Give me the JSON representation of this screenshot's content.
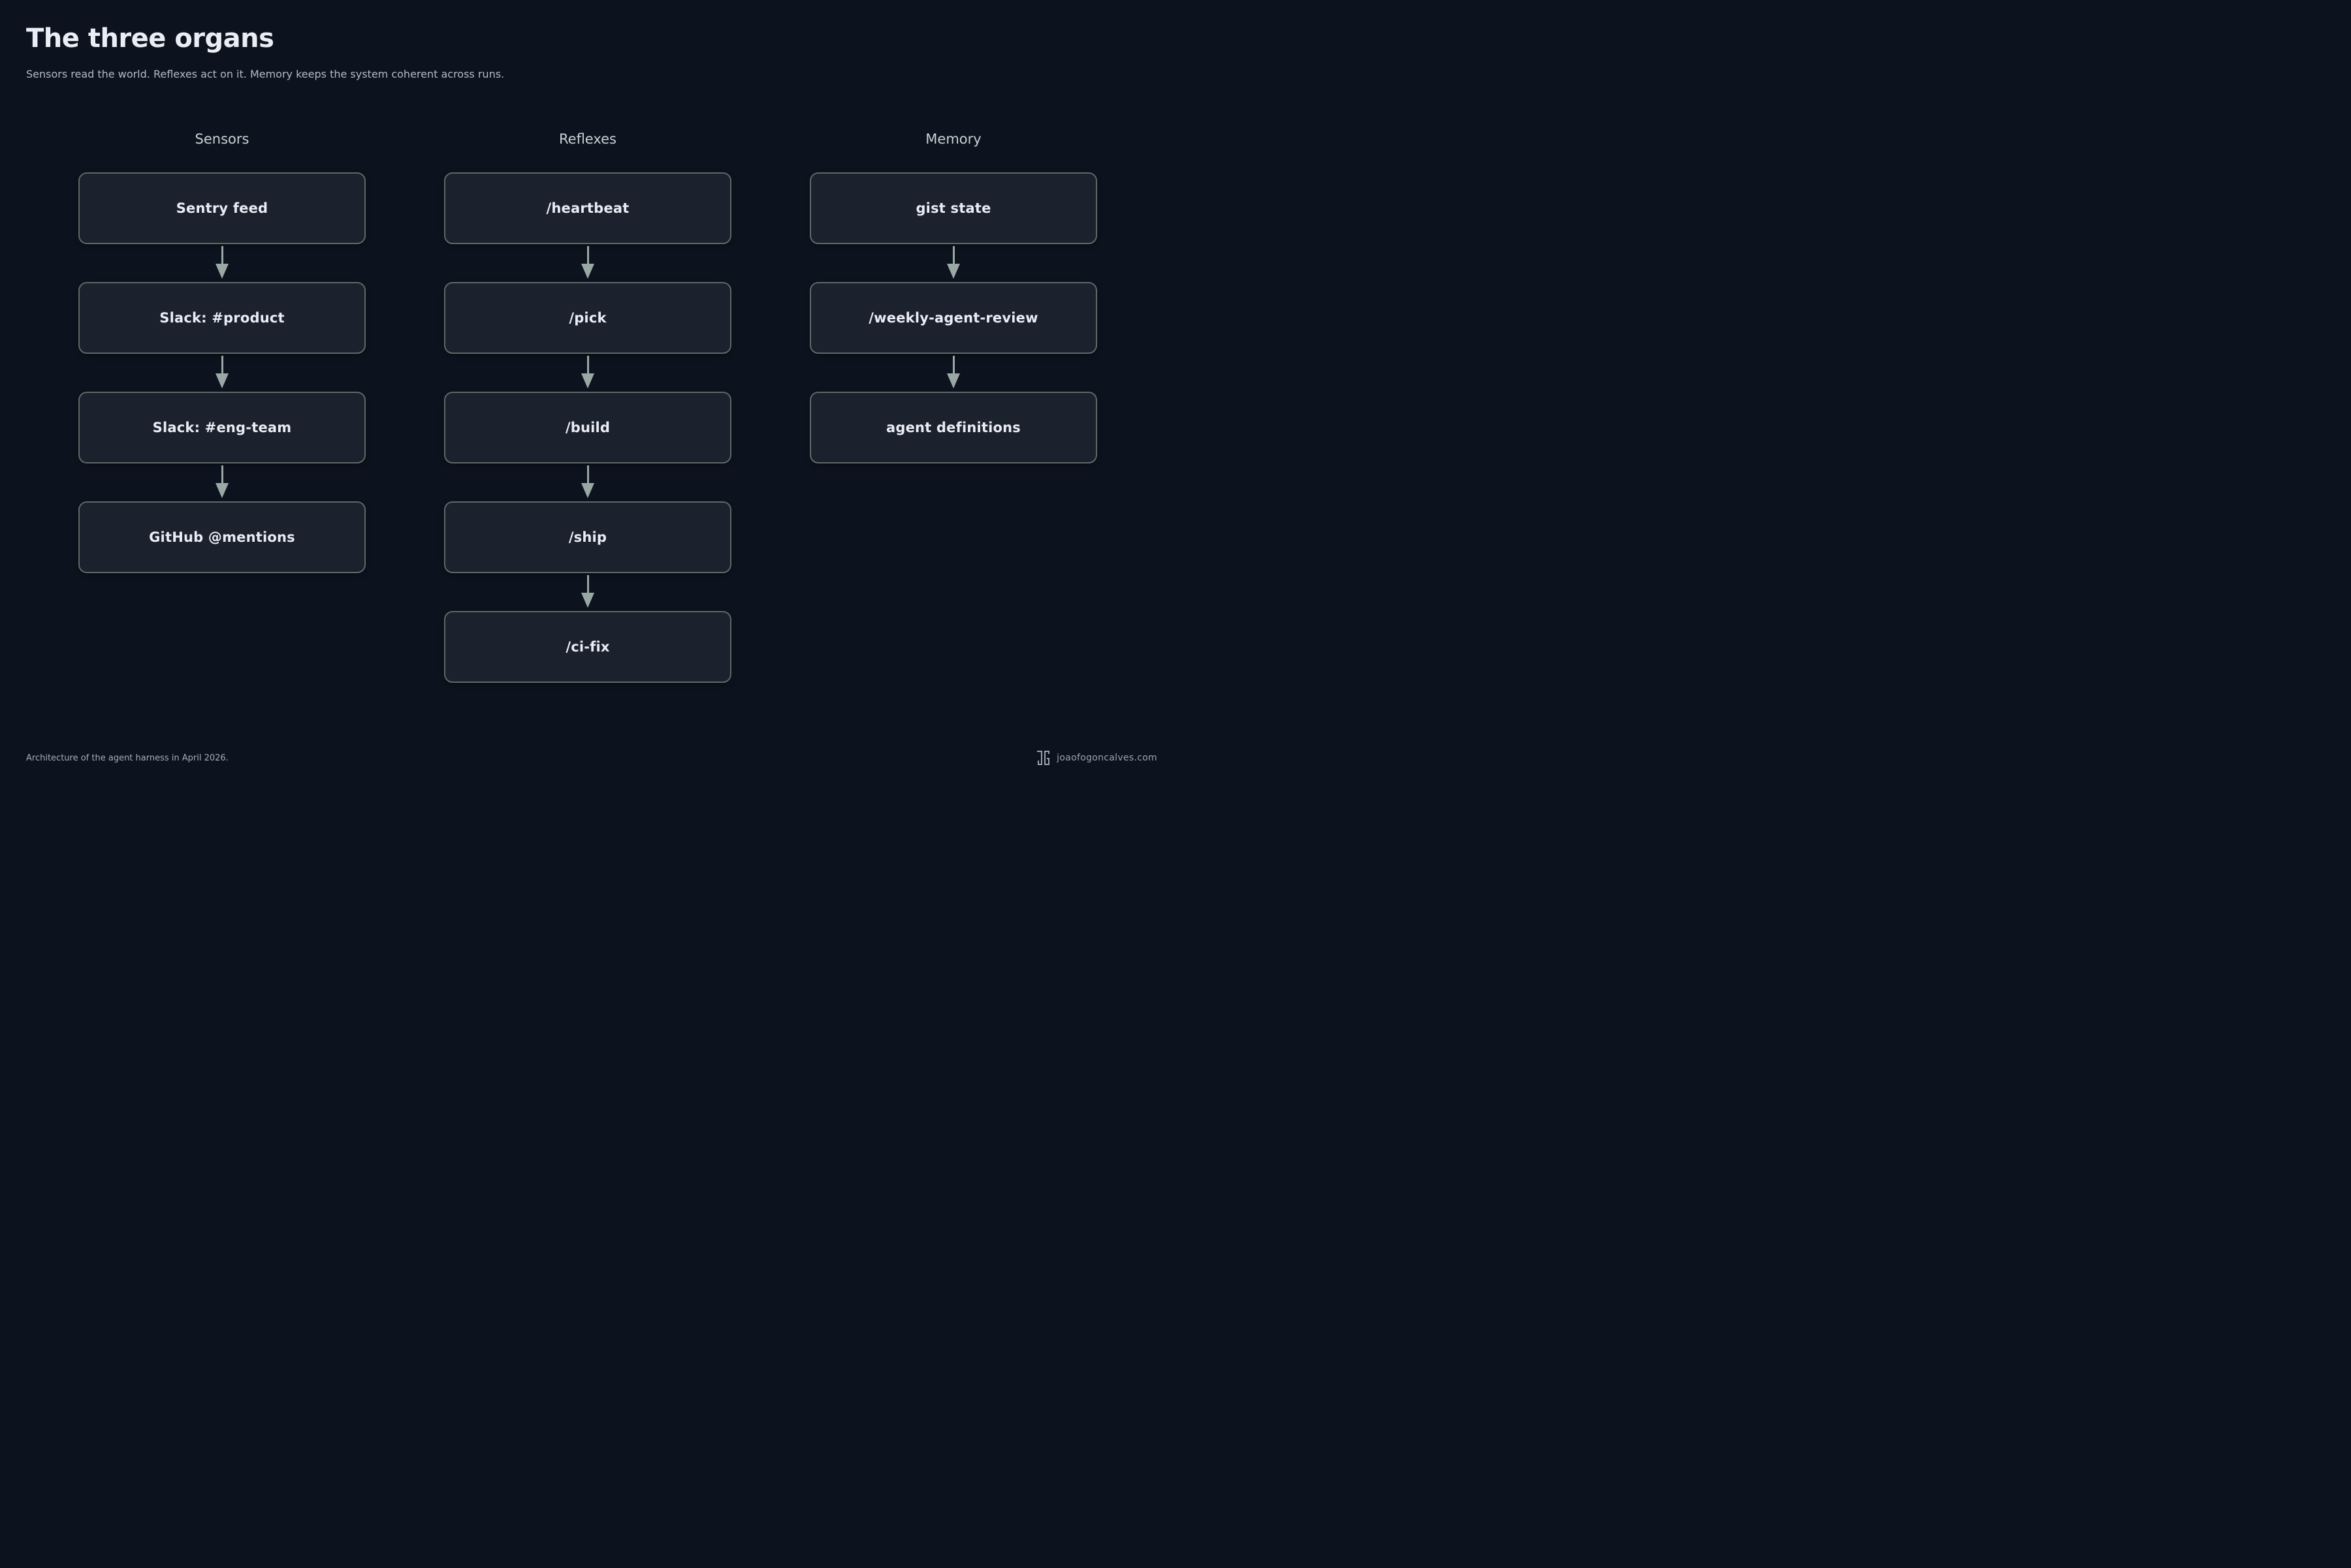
{
  "page": {
    "title": "The three organs",
    "subtitle": "Sensors read the world. Reflexes act on it. Memory keeps the system coherent across runs.",
    "footer_caption": "Architecture of the agent harness in April 2026.",
    "brand": {
      "logo_monogram": "JG",
      "url": "joaofogoncalves.com"
    }
  },
  "colors": {
    "background": "#0d131e",
    "box_fill": "#1b212d",
    "box_border": "#5c6a66",
    "box_text": "#e9ecf4",
    "column_header_text": "#c7d2d4",
    "subtitle_text": "#b2bac6",
    "footer_text": "#a4adb9",
    "arrow": "#9aa8a4",
    "brand_text": "#9aa3ae"
  },
  "diagram": {
    "columns": [
      {
        "header": "Sensors",
        "nodes": [
          "Sentry feed",
          "Slack: #product",
          "Slack: #eng-team",
          "GitHub @mentions"
        ]
      },
      {
        "header": "Reflexes",
        "nodes": [
          "/heartbeat",
          "/pick",
          "/build",
          "/ship",
          "/ci-fix"
        ]
      },
      {
        "header": "Memory",
        "nodes": [
          "gist state",
          "/weekly-agent-review",
          "agent definitions"
        ]
      }
    ]
  }
}
